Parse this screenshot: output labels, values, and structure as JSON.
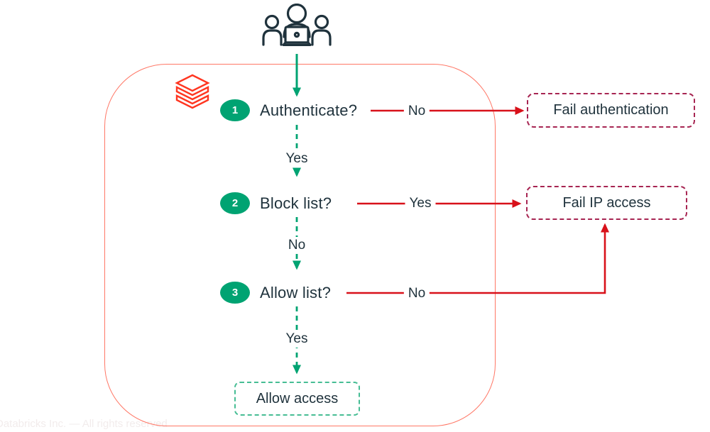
{
  "colors": {
    "green": "#00a372",
    "allow-green": "#46bd94",
    "red": "#d8111a",
    "crimson": "#a72552",
    "salmon": "#ff7766",
    "navy": "#1f323c",
    "logo-red": "#ff3621"
  },
  "flowchart": {
    "watermark": "Databricks Inc. — All rights reserved",
    "steps": [
      {
        "num": "1",
        "label": "Authenticate?",
        "branch": "No",
        "next": "Yes"
      },
      {
        "num": "2",
        "label": "Block list?",
        "branch": "Yes",
        "next": "No"
      },
      {
        "num": "3",
        "label": "Allow list?",
        "branch": "No",
        "next": "Yes"
      }
    ],
    "outcomes": {
      "fail_auth": "Fail authentication",
      "fail_ip": "Fail IP access",
      "allow": "Allow access"
    },
    "icons": {
      "users": "users-at-laptop-icon",
      "logo": "databricks-logo-icon"
    }
  }
}
